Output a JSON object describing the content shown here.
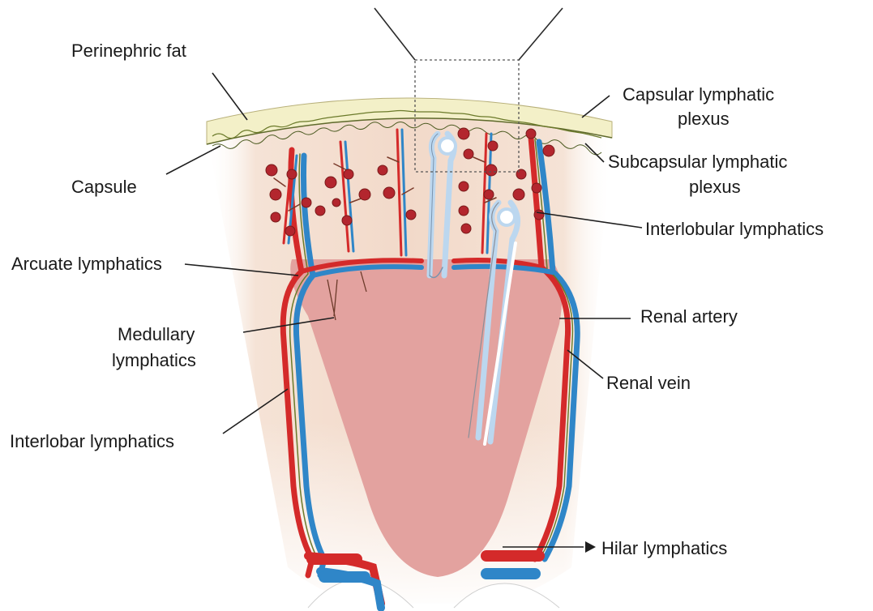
{
  "labels": {
    "perinephric_fat": "Perinephric fat",
    "capsular_lymphatic_plexus_1": "Capsular lymphatic",
    "capsular_lymphatic_plexus_2": "plexus",
    "capsule": "Capsule",
    "subcapsular_lymphatic_plexus_1": "Subcapsular lymphatic",
    "subcapsular_lymphatic_plexus_2": "plexus",
    "interlobular_lymphatics": "Interlobular lymphatics",
    "arcuate_lymphatics": "Arcuate lymphatics",
    "renal_artery": "Renal artery",
    "medullary_lymphatics_1": "Medullary",
    "medullary_lymphatics_2": "lymphatics",
    "renal_vein": "Renal vein",
    "interlobar_lymphatics": "Interlobar lymphatics",
    "hilar_lymphatics": "Hilar lymphatics"
  },
  "colors": {
    "fat": "#f3f0c8",
    "cortex": "#f4e0d2",
    "medulla": "#e3a29f",
    "artery": "#d42a2a",
    "vein": "#2f86c8",
    "lymphatic": "#6b7a2a",
    "glomerulus": "#b3262e",
    "tubule": "#bcd7ef"
  }
}
